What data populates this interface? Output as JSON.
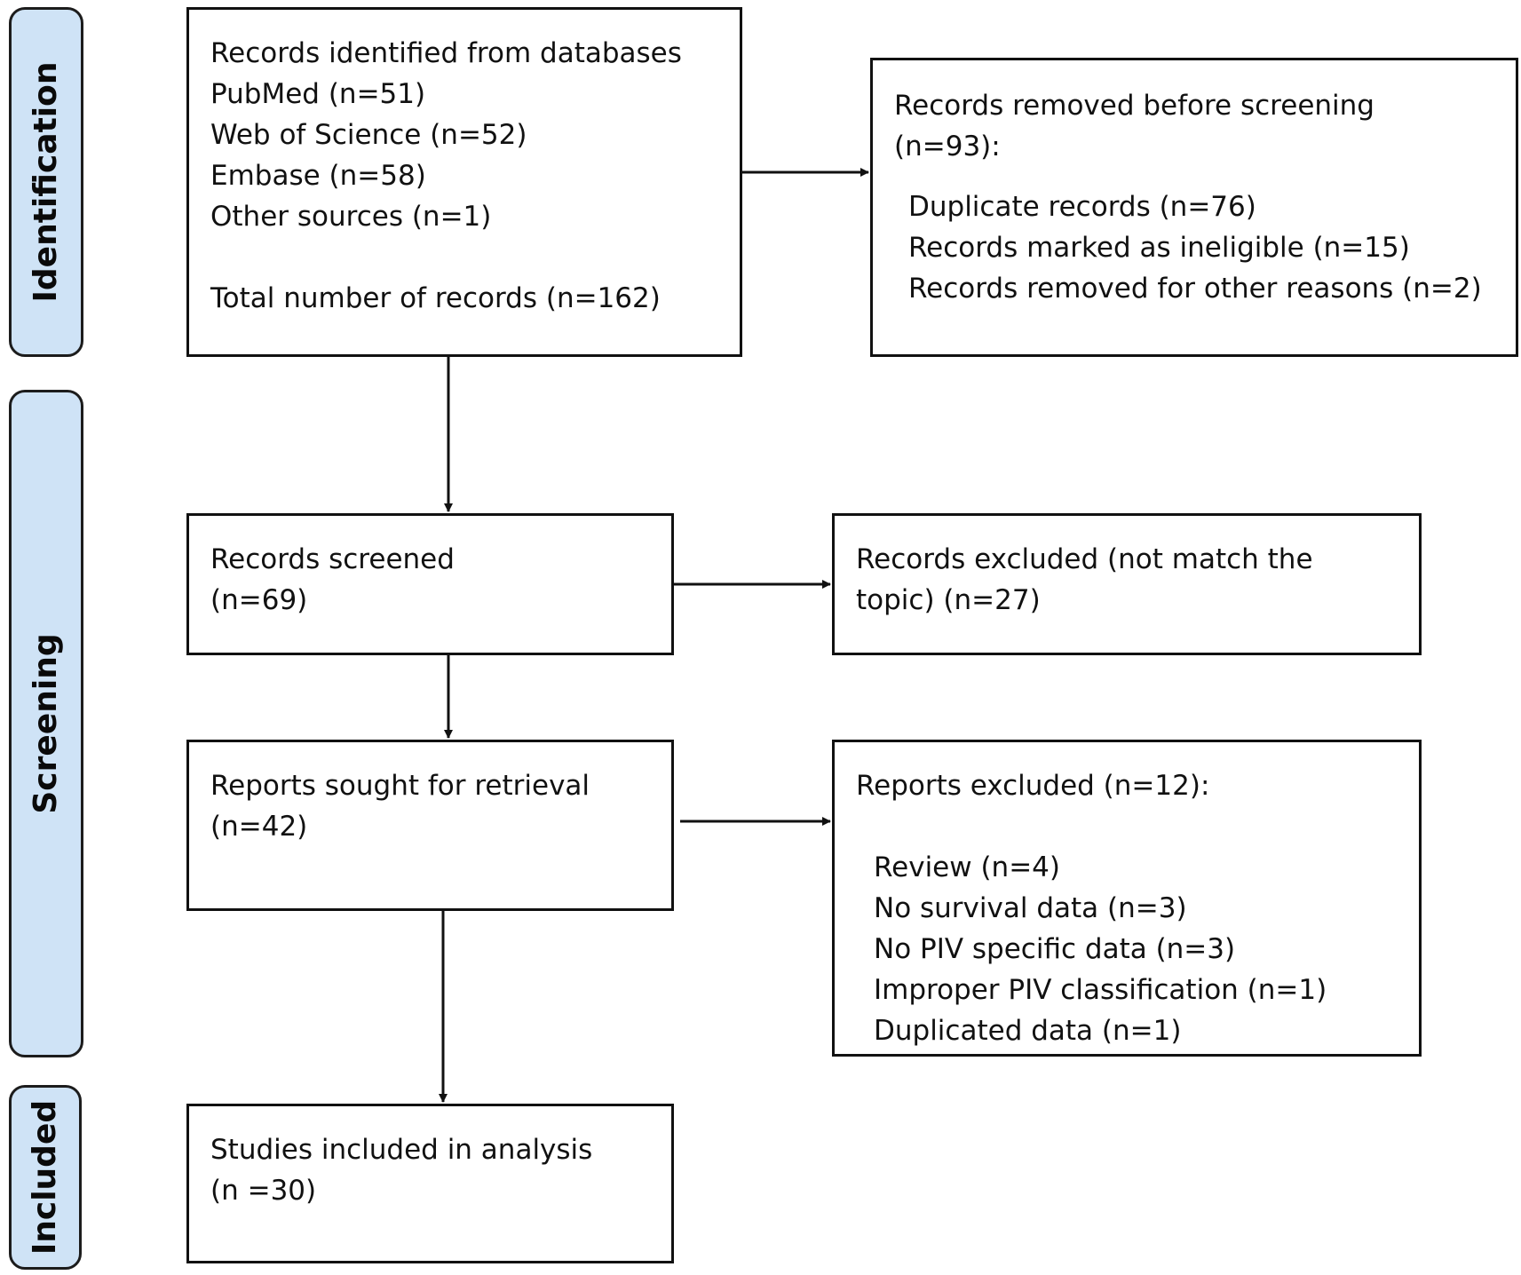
{
  "stages": {
    "identification": "Identification",
    "screening": "Screening",
    "included": "Included"
  },
  "identification_box": {
    "line1": "Records identified from databases",
    "line2": "PubMed (n=51)",
    "line3": "Web of Science (n=52)",
    "line4": "Embase (n=58)",
    "line5": "Other sources (n=1)",
    "line6": "Total number of records (n=162)"
  },
  "removed_box": {
    "line1": "Records removed before screening",
    "line2": "(n=93):",
    "line3": "Duplicate records (n=76)",
    "line4": "Records marked as ineligible (n=15)",
    "line5": "Records removed for other reasons (n=2)"
  },
  "screened_box": {
    "line1": "Records screened",
    "line2": "(n=69)"
  },
  "excluded_box": {
    "line1": "Records excluded (not match the",
    "line2": "topic) (n=27)"
  },
  "retrieval_box": {
    "line1": "Reports sought for retrieval",
    "line2": "(n=42)"
  },
  "reports_excluded_box": {
    "line1": "Reports excluded (n=12):",
    "line2": "Review  (n=4)",
    "line3": "No survival data (n=3)",
    "line4": "No PIV specific data (n=3)",
    "line5": "Improper PIV classification (n=1)",
    "line6": "Duplicated data (n=1)"
  },
  "included_box": {
    "line1": "Studies included in analysis",
    "line2": " (n =30)"
  },
  "colors": {
    "stage_fill": "#cfe3f6",
    "border": "#111111"
  }
}
